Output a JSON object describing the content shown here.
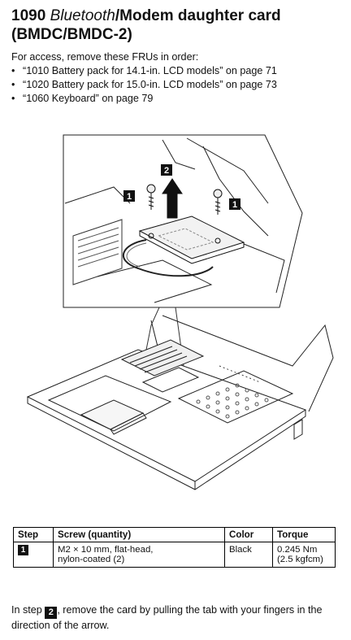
{
  "heading": {
    "number": "1090",
    "italic_part": "Bluetooth",
    "rest": "/Modem daughter card (BMDC/BMDC-2)"
  },
  "intro": {
    "lead": "For access, remove these FRUs in order:",
    "items": [
      "“1010 Battery pack for 14.1-in. LCD models” on page 71",
      "“1020 Battery pack for 15.0-in. LCD models” on page 73",
      "“1060 Keyboard” on page 79"
    ]
  },
  "figure": {
    "callouts": [
      "1",
      "2",
      "1"
    ]
  },
  "table": {
    "headers": [
      "Step",
      "Screw (quantity)",
      "Color",
      "Torque"
    ],
    "rows": [
      {
        "step": "1",
        "screw_line1": "M2 × 10 mm, flat-head,",
        "screw_line2": "nylon-coated (2)",
        "color": "Black",
        "torque_line1": "0.245 Nm",
        "torque_line2": "(2.5 kgfcm)"
      }
    ]
  },
  "note": {
    "before": "In step ",
    "step": "2",
    "after": ", remove the card by pulling the tab with your fingers in the direction of the arrow."
  }
}
